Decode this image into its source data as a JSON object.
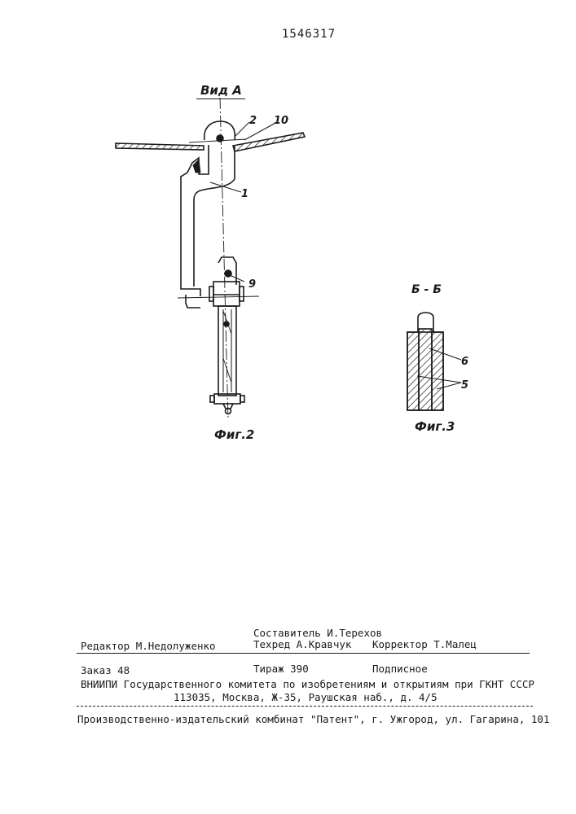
{
  "patent_number": "1546317",
  "view_label": "Вид А",
  "section_label": "Б - Б",
  "figures": {
    "fig2_label": "Фиг.2",
    "fig3_label": "Фиг.3"
  },
  "callouts": {
    "n1": "1",
    "n2": "2",
    "n5": "5",
    "n6": "6",
    "n9": "9",
    "n10": "10"
  },
  "footer": {
    "editor": "Редактор М.Недолуженко",
    "compiler": "Составитель И.Терехов",
    "techred": "Техред А.Кравчук",
    "corrector": "Корректор Т.Малец",
    "order": "Заказ 48",
    "circulation": "Тираж 390",
    "subscription": "Подписное",
    "institution": "ВНИИПИ Государственного комитета по изобретениям и открытиям при ГКНТ СССР",
    "address": "113035, Москва, Ж-35, Раушская наб., д. 4/5",
    "publisher": "Производственно-издательский комбинат \"Патент\", г. Ужгород, ул. Гагарина, 101"
  }
}
